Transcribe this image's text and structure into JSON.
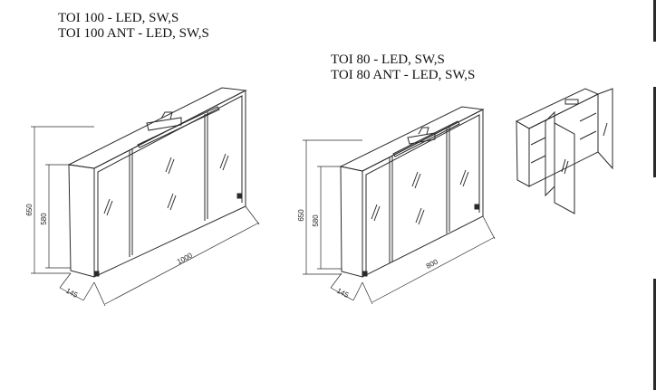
{
  "products": {
    "toi100": {
      "line1": "TOI 100 - LED, SW,S",
      "line2": "TOI 100 ANT - LED, SW,S",
      "dim_height_total": "650",
      "dim_height_inner": "580",
      "dim_depth": "145",
      "dim_width": "1000"
    },
    "toi80": {
      "line1": "TOI 80 - LED, SW,S",
      "line2": "TOI 80 ANT - LED, SW,S",
      "dim_height_total": "650",
      "dim_height_inner": "580",
      "dim_depth": "145",
      "dim_width": "800"
    }
  },
  "colors": {
    "line": "#2a2a2a",
    "text": "#111111",
    "background": "#ffffff"
  }
}
